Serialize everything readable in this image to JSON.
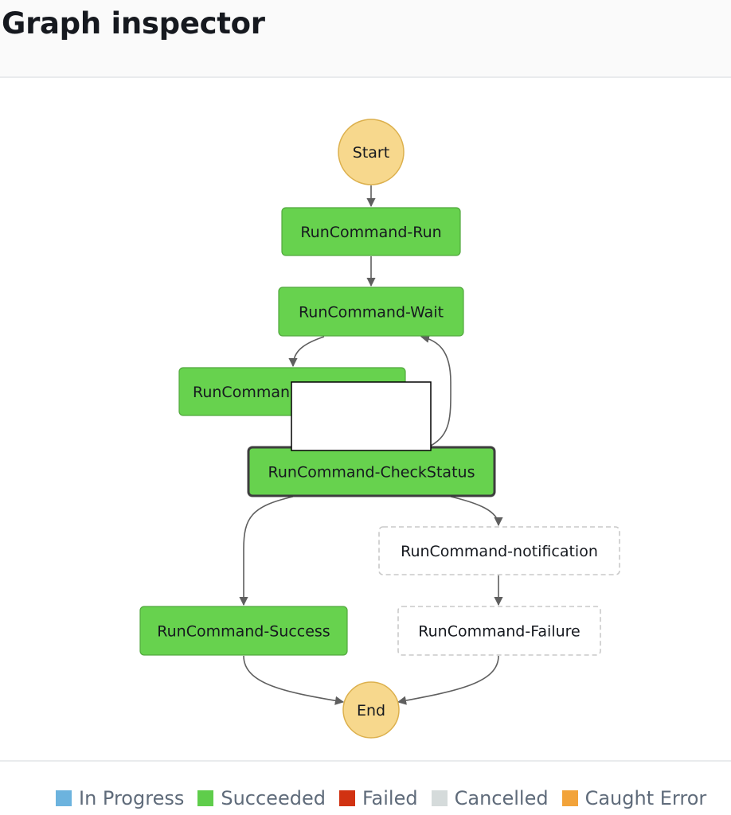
{
  "header": {
    "title": "Graph inspector"
  },
  "graph": {
    "nodes": {
      "start": {
        "label": "Start",
        "shape": "circle",
        "status": "start"
      },
      "run": {
        "label": "RunCommand-Run",
        "shape": "rect",
        "status": "succeeded"
      },
      "wait": {
        "label": "RunCommand-Wait",
        "shape": "rect",
        "status": "succeeded"
      },
      "partial": {
        "label": "RunComman",
        "shape": "rect",
        "status": "succeeded"
      },
      "check": {
        "label": "RunCommand-CheckStatus",
        "shape": "rect",
        "status": "succeeded",
        "selected": true
      },
      "notification": {
        "label": "RunCommand-notification",
        "shape": "rect",
        "status": "not-run"
      },
      "success": {
        "label": "RunCommand-Success",
        "shape": "rect",
        "status": "succeeded"
      },
      "failure": {
        "label": "RunCommand-Failure",
        "shape": "rect",
        "status": "not-run"
      },
      "end": {
        "label": "End",
        "shape": "circle",
        "status": "end"
      }
    },
    "edges": [
      [
        "start",
        "run"
      ],
      [
        "run",
        "wait"
      ],
      [
        "wait",
        "partial"
      ],
      [
        "check",
        "wait"
      ],
      [
        "check",
        "notification"
      ],
      [
        "check",
        "success"
      ],
      [
        "notification",
        "failure"
      ],
      [
        "success",
        "end"
      ],
      [
        "failure",
        "end"
      ]
    ]
  },
  "legend": [
    {
      "label": "In Progress",
      "color": "#6cb3de"
    },
    {
      "label": "Succeeded",
      "color": "#5fcd4b"
    },
    {
      "label": "Failed",
      "color": "#d13212"
    },
    {
      "label": "Cancelled",
      "color": "#d5dbdb"
    },
    {
      "label": "Caught Error",
      "color": "#f2a33a"
    }
  ],
  "colors": {
    "succeeded_fill": "#67d24e",
    "succeeded_stroke": "#52a83e",
    "terminal_fill": "#f7d88d",
    "terminal_stroke": "#dcb04d",
    "not_run_stroke": "#c9c9c9",
    "edge": "#5f5f5f"
  }
}
